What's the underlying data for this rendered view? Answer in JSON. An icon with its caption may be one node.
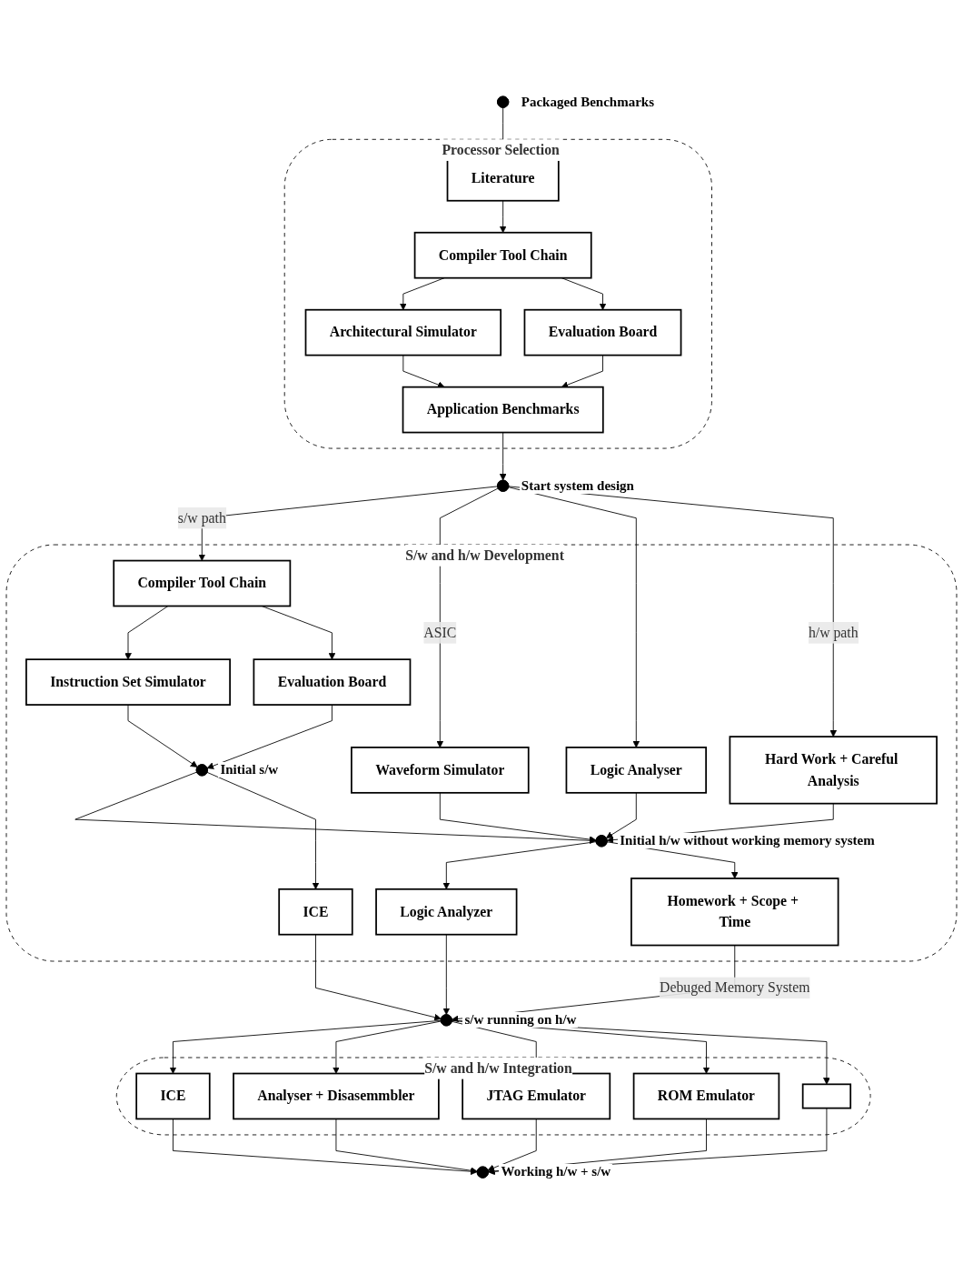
{
  "diagram": {
    "nodes": [
      {
        "text": [
          "Processor Selection"
        ]
      },
      {
        "text": [],
        "shape": "circle",
        "beside": [
          "Packaged Benchmarks"
        ]
      },
      {
        "text": [
          "Literature"
        ],
        "in": 0
      },
      {
        "text": [
          "Compiler Tool Chain"
        ],
        "in": 0
      },
      {
        "text": [
          "Architectural Simulator"
        ],
        "in": 0
      },
      {
        "text": [
          "Evaluation Board"
        ],
        "in": 0
      },
      {
        "text": [
          "Application Benchmarks"
        ],
        "in": 0
      },
      {
        "text": [],
        "shape": "circle",
        "beside": [
          "Start system design"
        ]
      },
      {
        "text": [
          "S/w and h/w Development"
        ]
      },
      {
        "text": [
          "Compiler Tool Chain"
        ],
        "in": 8
      },
      {
        "text": [
          "Instruction Set Simulator"
        ],
        "in": 8
      },
      {
        "text": [
          "Evaluation Board"
        ],
        "in": 8
      },
      {
        "text": [
          "Waveform Simulator"
        ],
        "in": 8
      },
      {
        "text": [
          "Logic Analyser"
        ],
        "in": 8
      },
      {
        "text": [
          "Hard Work + Careful Analysis"
        ],
        "in": 8
      },
      {
        "text": [],
        "shape": "circle",
        "in": 8,
        "beside": [
          "Initial h/w without working memory system"
        ]
      },
      {
        "text": [],
        "shape": "circle",
        "in": 8,
        "beside": [
          "Initial s/w"
        ]
      },
      {
        "text": [
          "Logic Analyzer"
        ],
        "in": 8
      },
      {
        "text": [
          "Homework + Scope + Time"
        ],
        "in": 8
      },
      {
        "text": [
          "ICE"
        ],
        "in": 8
      },
      {
        "text": [],
        "shape": "circle",
        "beside": [
          "s/w running on h/w"
        ]
      },
      {
        "text": [
          "S/w and h/w Integration"
        ]
      },
      {
        "text": [
          "ICE"
        ],
        "in": 21
      },
      {
        "text": [
          "Analyser + Disasemmbler"
        ],
        "in": 21
      },
      {
        "text": [
          "JTAG Emulator"
        ],
        "in": 21
      },
      {
        "text": [
          "ROM Emulator"
        ],
        "in": 21
      },
      {
        "text": [],
        "shape": "box",
        "in": 21
      },
      {
        "text": [],
        "shape": "circle",
        "beside": [
          "Working h/w + s/w"
        ]
      }
    ],
    "edges": [
      {
        "from": 1,
        "to": 2,
        "arrow": "to"
      },
      {
        "from": 2,
        "to": 3,
        "arrow": "to"
      },
      {
        "from": 3,
        "to": 4,
        "arrow": "to"
      },
      {
        "from": 3,
        "to": 5,
        "arrow": "to"
      },
      {
        "from": 4,
        "to": 6,
        "arrow": "to"
      },
      {
        "from": 5,
        "to": 6,
        "arrow": "to"
      },
      {
        "from": 6,
        "to": 7,
        "arrow": "to"
      },
      {
        "from": 7,
        "to": 9,
        "arrow": "to",
        "label": "s/w path"
      },
      {
        "from": 7,
        "to": 12,
        "arrow": "to",
        "label": "ASIC"
      },
      {
        "from": 7,
        "to": 13,
        "arrow": "to"
      },
      {
        "from": 7,
        "to": 14,
        "arrow": "to",
        "label": "h/w path"
      },
      {
        "from": 9,
        "to": 10,
        "arrow": "to"
      },
      {
        "from": 9,
        "to": 11,
        "arrow": "to"
      },
      {
        "from": 10,
        "to": 16,
        "arrow": "to"
      },
      {
        "from": 11,
        "to": 16,
        "arrow": "to"
      },
      {
        "from": 12,
        "to": 15,
        "arrow": "to"
      },
      {
        "from": 13,
        "to": 15,
        "arrow": "to"
      },
      {
        "from": 14,
        "to": 15,
        "arrow": "to"
      },
      {
        "from": 16,
        "to": 15,
        "arrow": "to"
      },
      {
        "from": 15,
        "to": 17,
        "arrow": "to"
      },
      {
        "from": 15,
        "to": 18,
        "arrow": "to"
      },
      {
        "from": 16,
        "to": 19,
        "arrow": "to"
      },
      {
        "from": 19,
        "to": 20,
        "arrow": "to"
      },
      {
        "from": 17,
        "to": 20,
        "arrow": "to"
      },
      {
        "from": 18,
        "to": 20,
        "arrow": "to",
        "label": "Debuged Memory System"
      },
      {
        "from": 20,
        "to": 22,
        "arrow": "to"
      },
      {
        "from": 20,
        "to": 23,
        "arrow": "to"
      },
      {
        "from": 20,
        "to": 24,
        "arrow": "to"
      },
      {
        "from": 20,
        "to": 25,
        "arrow": "to"
      },
      {
        "from": 20,
        "to": 26,
        "arrow": "to"
      },
      {
        "from": 22,
        "to": 27,
        "arrow": "to"
      },
      {
        "from": 23,
        "to": 27,
        "arrow": "to"
      },
      {
        "from": 24,
        "to": 27,
        "arrow": "to"
      },
      {
        "from": 25,
        "to": 27,
        "arrow": "to"
      },
      {
        "from": 26,
        "to": 27,
        "arrow": "to"
      }
    ]
  }
}
